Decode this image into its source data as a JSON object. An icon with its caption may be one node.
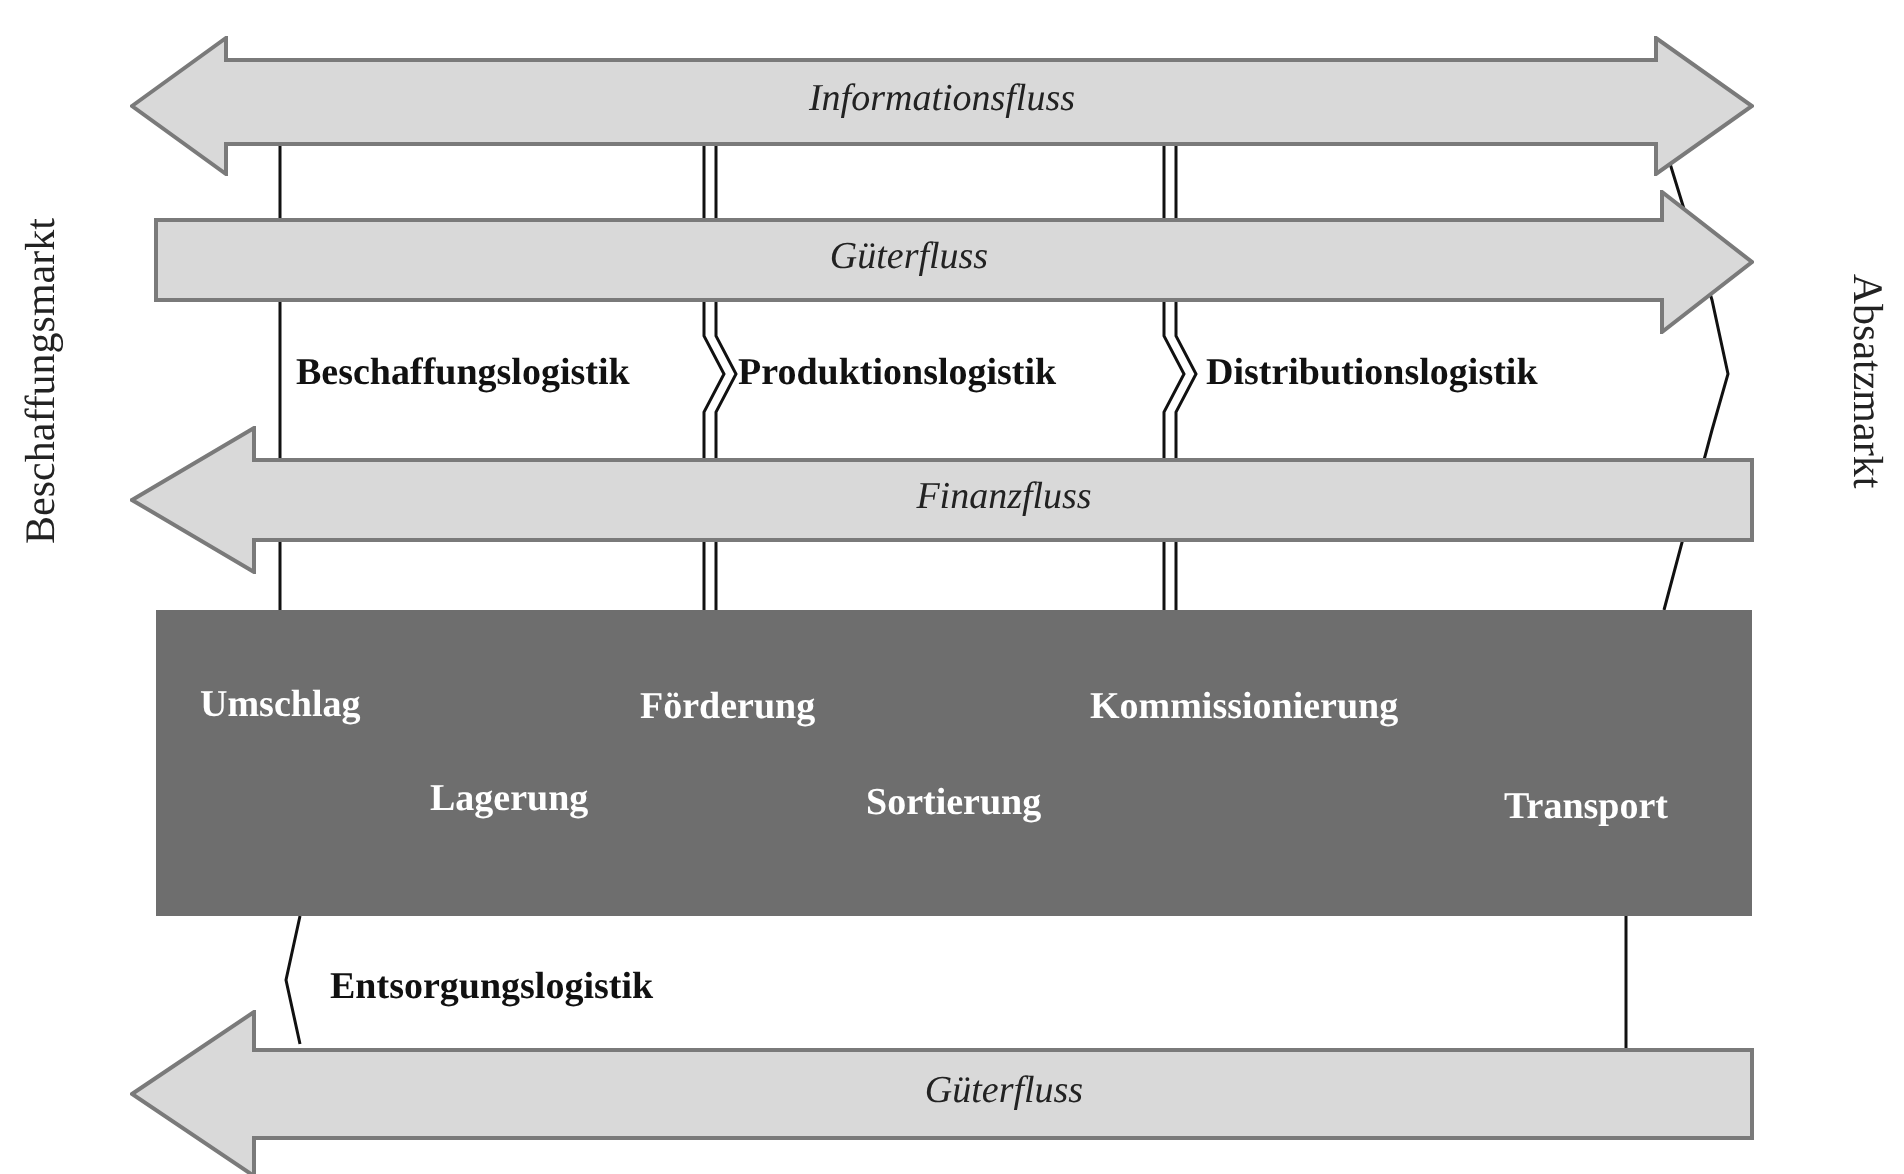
{
  "diagram": {
    "nodes": [
      {
        "text": [
          "Informationsfluss"
        ]
      },
      {
        "text": [
          "Güterfluss"
        ]
      },
      {
        "text": [
          "Finanzfluss"
        ]
      },
      {
        "text": [
          "Umschlag",
          "Förderung",
          "Kommissionierung",
          "Lagerung",
          "Sortierung",
          "Transport"
        ]
      },
      {
        "text": [
          "Güterfluss"
        ]
      }
    ],
    "edges": [],
    "labels": [
      "Beschaffungsmarkt",
      "Beschaffungslogistik",
      "Produktionslogistik",
      "Distributionslogistik",
      "Absatzmarkt",
      "Entsorgungslogistik"
    ]
  }
}
